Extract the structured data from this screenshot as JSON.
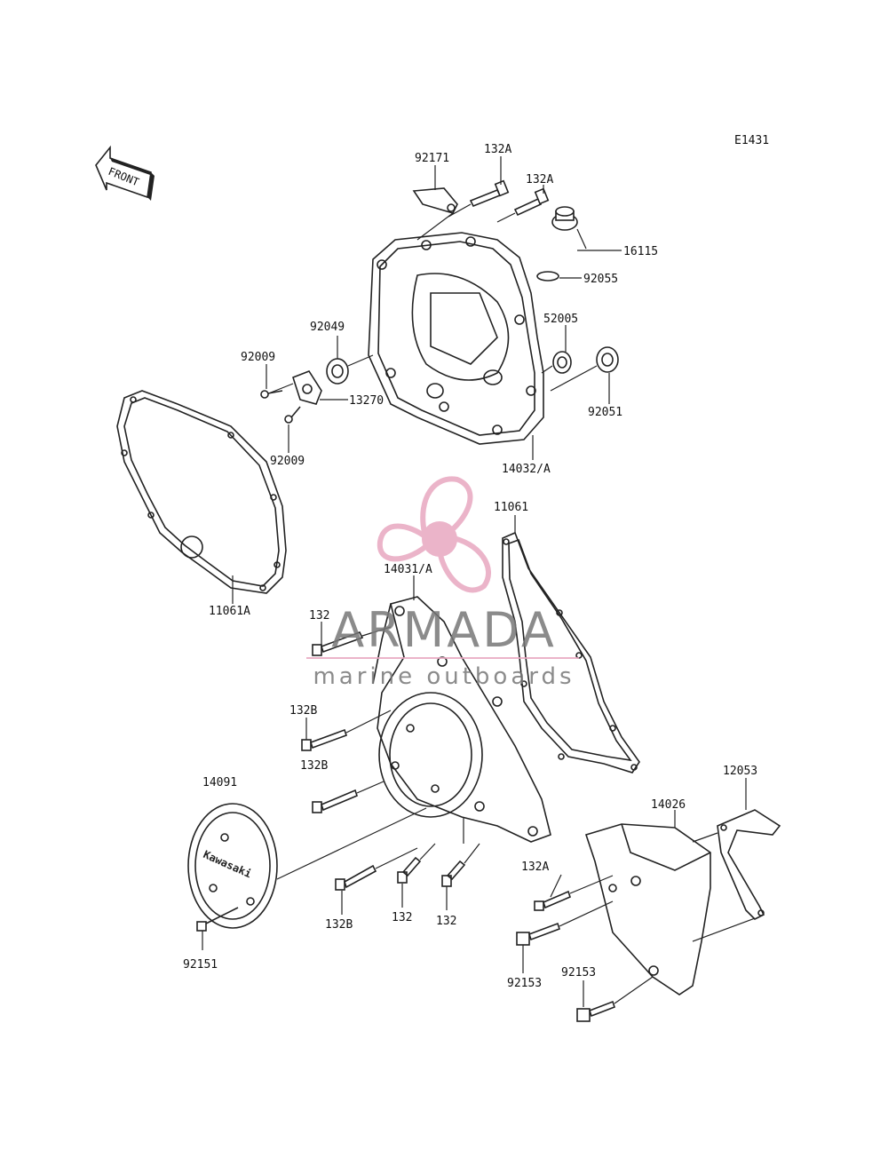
{
  "diagram": {
    "code": "E1431",
    "front_arrow_label": "FRONT",
    "brand_on_cover": "Kawasaki",
    "labels": {
      "p92171": "92171",
      "p132A_top": "132A",
      "p132A_top2": "132A",
      "p16115": "16115",
      "p92055": "92055",
      "p52005": "52005",
      "p92049": "92049",
      "p92009_a": "92009",
      "p13270": "13270",
      "p92009_b": "92009",
      "p92051": "92051",
      "p14032A": "14032/A",
      "p11061": "11061",
      "p14031A": "14031/A",
      "p11061A": "11061A",
      "p132_left": "132",
      "p132B_a": "132B",
      "p132B_b": "132B",
      "p14091": "14091",
      "p12053": "12053",
      "p14026": "14026",
      "p132A_bottom": "132A",
      "p132B_c": "132B",
      "p132_b": "132",
      "p132_c": "132",
      "p92151": "92151",
      "p92153_a": "92153",
      "p92153_b": "92153"
    }
  },
  "watermark": {
    "title": "ARMADA",
    "subtitle": "marine outboards",
    "color": "#e8a7c0"
  }
}
